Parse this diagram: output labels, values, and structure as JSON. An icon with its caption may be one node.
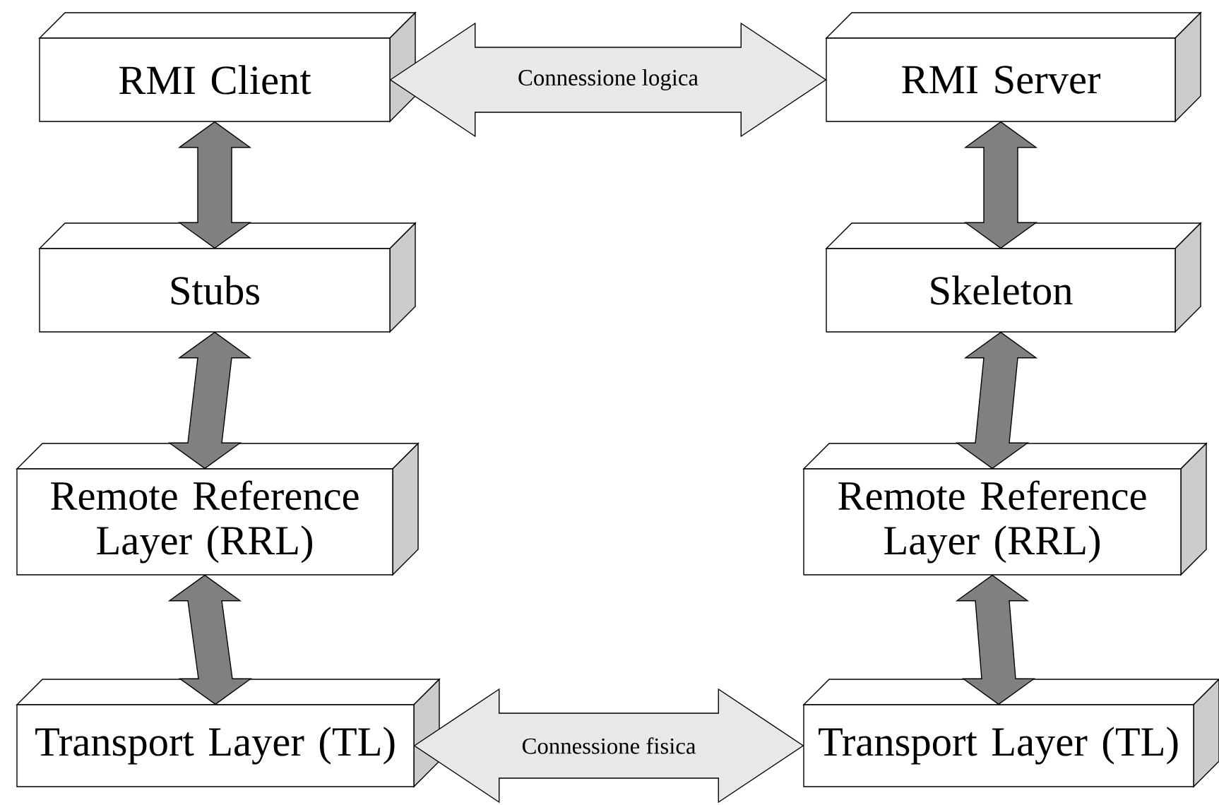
{
  "diagram": {
    "nodes": [
      {
        "text": [
          "RMI Client"
        ]
      },
      {
        "text": [
          "RMI Server"
        ]
      },
      {
        "text": [
          "Stubs"
        ]
      },
      {
        "text": [
          "Skeleton"
        ]
      },
      {
        "text": [
          "Remote Reference Layer (RRL)"
        ]
      },
      {
        "text": [
          "Remote Reference Layer (RRL)"
        ]
      },
      {
        "text": [
          "Transport Layer (TL)"
        ]
      },
      {
        "text": [
          "Transport Layer (TL)"
        ]
      }
    ],
    "edges": [
      {
        "from": 0,
        "to": 1,
        "arrow": "both",
        "label": "Connessione logica",
        "color": "#e8e8e8"
      },
      {
        "from": 0,
        "to": 2,
        "arrow": "both"
      },
      {
        "from": 2,
        "to": 4,
        "arrow": "both"
      },
      {
        "from": 4,
        "to": 6,
        "arrow": "both"
      },
      {
        "from": 1,
        "to": 3,
        "arrow": "both"
      },
      {
        "from": 3,
        "to": 5,
        "arrow": "both"
      },
      {
        "from": 5,
        "to": 7,
        "arrow": "both"
      },
      {
        "from": 6,
        "to": 7,
        "arrow": "both",
        "label": "Connessione fisica",
        "color": "#e8e8e8"
      }
    ]
  }
}
